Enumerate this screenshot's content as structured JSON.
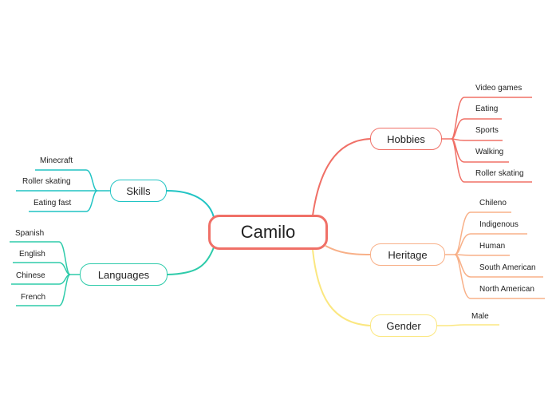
{
  "central": {
    "label": "Camilo",
    "color": "#f07067"
  },
  "branches": {
    "hobbies": {
      "label": "Hobbies",
      "color": "#f07067",
      "items": [
        "Video games",
        "Eating",
        "Sports",
        "Walking",
        "Roller skating"
      ]
    },
    "heritage": {
      "label": "Heritage",
      "color": "#f8b088",
      "items": [
        "Chileno",
        "Indigenous",
        "Human",
        "South American",
        "North American"
      ]
    },
    "gender": {
      "label": "Gender",
      "color": "#fbe780",
      "items": [
        "Male"
      ]
    },
    "skills": {
      "label": "Skills",
      "color": "#21c4c4",
      "items": [
        "Minecraft",
        "Roller skating",
        "Eating fast"
      ]
    },
    "languages": {
      "label": "Languages",
      "color": "#2ecbaa",
      "items": [
        "Spanish",
        "English",
        "Chinese",
        "French"
      ]
    }
  }
}
